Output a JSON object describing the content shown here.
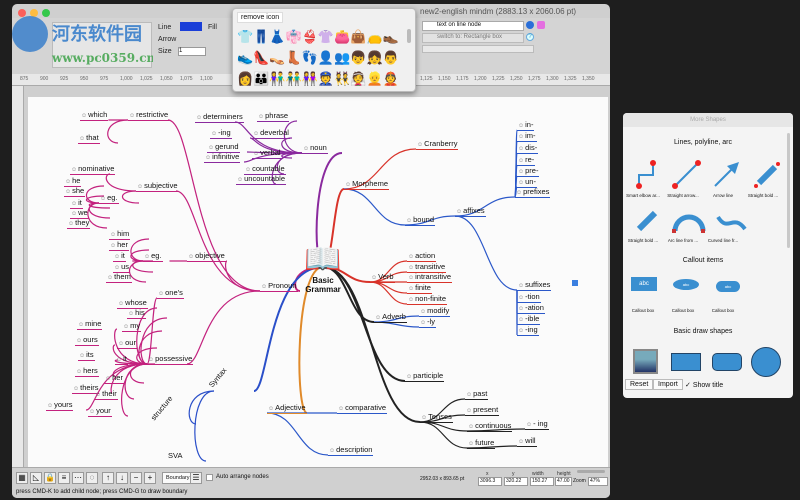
{
  "window": {
    "title": "new2-english mindm (2883.13 x 2060.06 pt)"
  },
  "watermark": {
    "name": "河东软件园",
    "url": "www.pc0359.cn"
  },
  "toolbar": {
    "line_label": "Line",
    "arrow_label": "Arrow",
    "size_label": "Size",
    "size_value": "1",
    "fill_label": "Fill",
    "line_node_select": "text on line node",
    "switch_select": "switch to: Rectangle box",
    "help": "?"
  },
  "ruler_ticks": [
    "875",
    "900",
    "925",
    "950",
    "975",
    "1,000",
    "1,025",
    "1,050",
    "1,075",
    "1,100",
    "1,125",
    "1,150",
    "1,175",
    "1,200",
    "1,225",
    "1,250",
    "1,275",
    "1,300",
    "1,325",
    "1,350"
  ],
  "icon_popup": {
    "remove_label": "remove icon",
    "emojis": "👕👖👗👘👙👚👛👜👝👞👟👠👡👢👣👤👥👦👧👨👩👪👫👬👭👮👯👰👱👲👳👴👵😈👿👹👺💀👻👽👾"
  },
  "center": {
    "line1": "Basic",
    "line2": "Grammar",
    "icon": "book-icon"
  },
  "colors": {
    "pronoun": "#c3227e",
    "noun": "#8a2a9e",
    "morpheme": "#d8332a",
    "affix": "#2b58c9",
    "verb": "#d8332a",
    "tenses": "#222222",
    "adjective": "#e08a2a",
    "syntax": "#2a4fc9"
  },
  "nodes": [
    "noun",
    "determiners",
    "phrase",
    "-ing",
    "deverbal",
    "gerund",
    "infinitive",
    "verbal",
    "countable",
    "uncountable",
    "Pronoun",
    "restrictive",
    "which",
    "that",
    "subjective",
    "nominative",
    "he",
    "she",
    "eg.",
    "it",
    "we",
    "they",
    "objective",
    "eg.",
    "him",
    "her",
    "it",
    "us",
    "them",
    "possessive",
    "one's",
    "whose",
    "his",
    "mine",
    "my",
    "ours",
    "our",
    "its",
    "it",
    "hers",
    "her",
    "theirs",
    "their",
    "yours",
    "your",
    "Morpheme",
    "Cranberry",
    "affixes",
    "bound",
    "prefixes",
    "in-",
    "im-",
    "dis-",
    "re-",
    "pre-",
    "un-",
    "suffixes",
    "-tion",
    "-ation",
    "-ible",
    "-ing",
    "Verb",
    "action",
    "transitive",
    "intransitive",
    "finite",
    "non-finite",
    "Adverb",
    "modify",
    "-ly",
    "participle",
    "Tenses",
    "past",
    "present",
    "continuous",
    "future",
    "- ing",
    "will",
    "Adjective",
    "comparative",
    "description",
    "Syntax",
    "structure",
    "SVA"
  ],
  "bottom": {
    "boundary": "Boundary",
    "auto_arrange": "Auto arrange nodes",
    "doc_size": "2952.03 x 893.65 pt",
    "x_label": "x",
    "x": "3096.3",
    "y_label": "y",
    "y": "320.22",
    "w_label": "width",
    "w": "150.27",
    "h_label": "height",
    "h": "47.00",
    "zoom_label": "Zoom",
    "zoom": "47%",
    "status": "press CMD-K to add child node; press CMD-G to draw boundary"
  },
  "panel": {
    "title": "More Shapes",
    "sec1": "Lines, polyline, arc",
    "items1": [
      "Smart elbow ar...",
      "Straight arrow...",
      "Arrow line",
      "Straight bold ...",
      "Straight bold ...",
      "Arc line from ...",
      "Curved line fr..."
    ],
    "sec2": "Callout items",
    "items2": [
      "Callout box",
      "Callout box",
      "Callout box"
    ],
    "abc": "abc",
    "sec3": "Basic draw shapes",
    "reset": "Reset",
    "import": "Import",
    "show_title": "Show title"
  }
}
